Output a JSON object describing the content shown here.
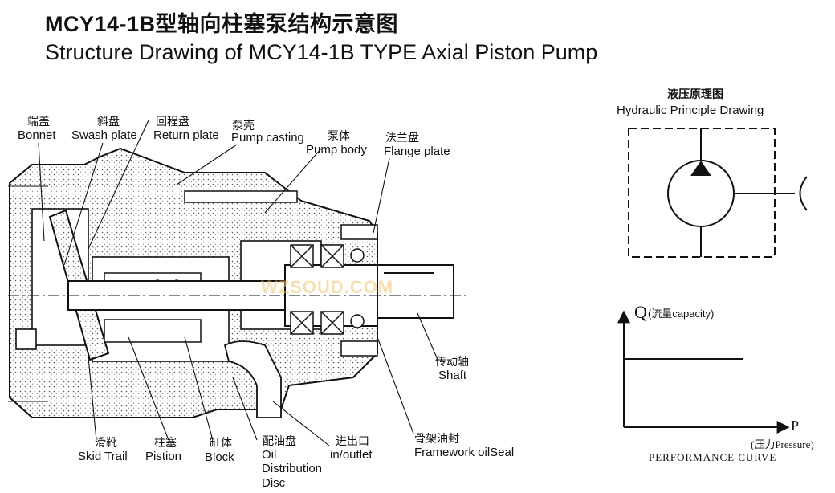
{
  "titles": {
    "zh": "MCY14-1B型轴向柱塞泵结构示意图",
    "en": "Structure Drawing of MCY14-1B TYPE Axial Piston Pump"
  },
  "labels": {
    "bonnet": {
      "zh": "端盖",
      "en": "Bonnet"
    },
    "swash_plate": {
      "zh": "斜盘",
      "en": "Swash plate"
    },
    "return_plate": {
      "zh": "回程盘",
      "en": "Return plate"
    },
    "pump_casting": {
      "zh": "泵壳",
      "en": "Pump casting"
    },
    "pump_body": {
      "zh": "泵体",
      "en": "Pump body"
    },
    "flange_plate": {
      "zh": "法兰盘",
      "en": "Flange plate"
    },
    "shaft": {
      "zh": "传动轴",
      "en": "Shaft"
    },
    "framework_seal": {
      "zh": "骨架油封",
      "en": "Framework oilSeal"
    },
    "inlet_outlet": {
      "zh": "进出口",
      "en": "in/outlet"
    },
    "oil_distribution": {
      "zh": "配油盘",
      "en1": "Oil",
      "en2": "Distribution",
      "en3": "Disc"
    },
    "block": {
      "zh": "缸体",
      "en": "Block"
    },
    "piston": {
      "zh": "柱塞",
      "en": "Pistion"
    },
    "skid_trail": {
      "zh": "滑靴",
      "en": "Skid Trail"
    }
  },
  "hydraulic": {
    "zh": "液压原理图",
    "en": "Hydraulic Principle Drawing"
  },
  "curve": {
    "q_label": "Q",
    "q_desc": "(流量capacity)",
    "p_label": "P",
    "p_desc": "(压力Pressure)",
    "caption": "PERFORMANCE CURVE"
  },
  "watermark": "WZSOUD.COM"
}
